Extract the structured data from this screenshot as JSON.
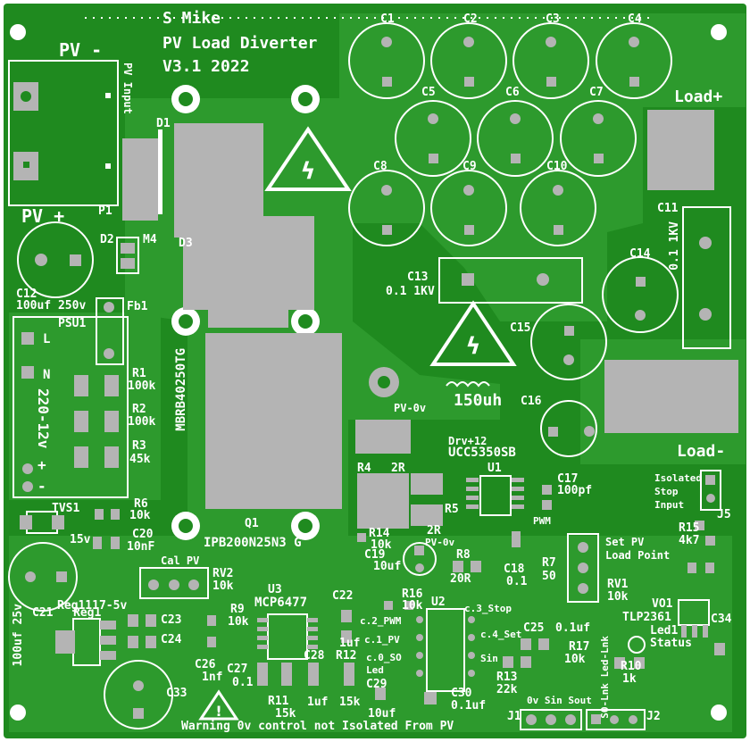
{
  "board": {
    "title": "PV Load Diverter",
    "author": "S Mike",
    "version": "V3.1 2022",
    "colors": {
      "soldermask": "#1f8a1f",
      "copper": "#2d9a2d",
      "pad": "#b4b4b4",
      "silk": "#ffffff"
    }
  },
  "labels": {
    "pv_minus": "PV  -",
    "pv_plus": "PV  +",
    "pv_input": "PV Input",
    "p1": "P1",
    "d1": "D1",
    "d2": "D2",
    "d3": "D3",
    "m4": "M4",
    "c12": "C12",
    "c12_val": "100uf 250v",
    "fb1": "Fb1",
    "psu1": "PSU1",
    "psu_l": "L",
    "psu_n": "N",
    "psu_plus": "+",
    "psu_minus": "-",
    "psu_val": "220-12v",
    "r1": "R1",
    "r1_val": "100k",
    "r2": "R2",
    "r2_val": "100k",
    "r3": "R3",
    "r3_val": "45k",
    "r6": "R6",
    "r6_val": "10k",
    "tvs1": "TVS1",
    "tvs_val": "15v",
    "c20": "C20",
    "c20_val": "10nF",
    "c21": "C21",
    "c21_val": "100uf  25v",
    "reg": "Reg1117-5v",
    "reg1": "Reg1",
    "diode_part": "MBRB40250TG",
    "q1": "Q1",
    "q1_part": "IPB200N25N3 G",
    "c1": "C1",
    "c2": "C2",
    "c3": "C3",
    "c4": "C4",
    "c5": "C5",
    "c6": "C6",
    "c7": "C7",
    "c8": "C8",
    "c9": "C9",
    "c10": "C10",
    "c11": "C11",
    "c11_val": "0.1 1KV",
    "c13": "C13",
    "c13_val": "0.1 1KV",
    "c14": "C14",
    "c15": "C15",
    "c16": "C16",
    "load_plus": "Load+",
    "load_minus": "Load-",
    "inductor": "150uh",
    "pv0v_1": "PV-0v",
    "pv0v_2": "PV-0v",
    "drv": "Drv+12",
    "ucc": "UCC5350SB",
    "u1": "U1",
    "r4": "R4",
    "r4_val": "2R",
    "r5": "R5",
    "r5_val": "2R",
    "r14": "R14",
    "r14_val": "10k",
    "c19": "C19",
    "c19_val": "10uf",
    "r8": "R8",
    "r8_val": "20R",
    "c18": "C18",
    "c18_val": "0.1",
    "r7": "R7",
    "r7_val": "50",
    "pwm": "PWM",
    "c17": "C17",
    "c17_val": "100pf",
    "set_pv": "Set PV",
    "load_point": "Load Point",
    "rv1": "RV1",
    "rv1_val": "10k",
    "isolated": "Isolated",
    "stop": "Stop",
    "input": "Input",
    "j5": "J5",
    "r15": "R15",
    "r15_val": "4k7",
    "vo1": "VO1",
    "tlp": "TLP2361",
    "c34": "C34",
    "led1": "Led1",
    "status": "Status",
    "cal_pv": "Cal PV",
    "rv2": "RV2",
    "rv2_val": "10k",
    "u3": "U3",
    "u3_part": "MCP6477",
    "r9": "R9",
    "r9_val": "10k",
    "c22": "C22",
    "c22_val": "1uf",
    "r16": "R16",
    "r16_val": "10k",
    "u2": "U2",
    "c3_stop": "c.3_Stop",
    "c2_pwm": "c.2_PWM",
    "c1_pv": "c.1_PV",
    "c4_set": "c.4_Set",
    "c0_so": "c.0_SO",
    "led_lbl": "Led",
    "sin": "Sin",
    "c25": "C25",
    "c25_val": "0.1uf",
    "r17": "R17",
    "r17_val": "10k",
    "r13": "R13",
    "r13_val": "22k",
    "r10": "R10",
    "r10_val": "1k",
    "c23": "C23",
    "c24": "C24",
    "c26": "C26",
    "c26_val": "1nf",
    "c27": "C27",
    "c27_val": "0.1",
    "r11": "R11",
    "r11_val": "15k",
    "c28": "C28",
    "c28_val": "1uf",
    "r12": "R12",
    "r12_val": "15k",
    "c29": "C29",
    "c29_val": "10uf",
    "c30": "C30",
    "c30_val": "0.1uf",
    "c33": "C33",
    "j1": "J1",
    "j1_pins": "0v Sin Sout",
    "j2": "J2",
    "j2_pins": "SO-Lnk  Led-Lnk",
    "warning": "Warning 0v control not Isolated From PV",
    "cap_plus": "+"
  }
}
